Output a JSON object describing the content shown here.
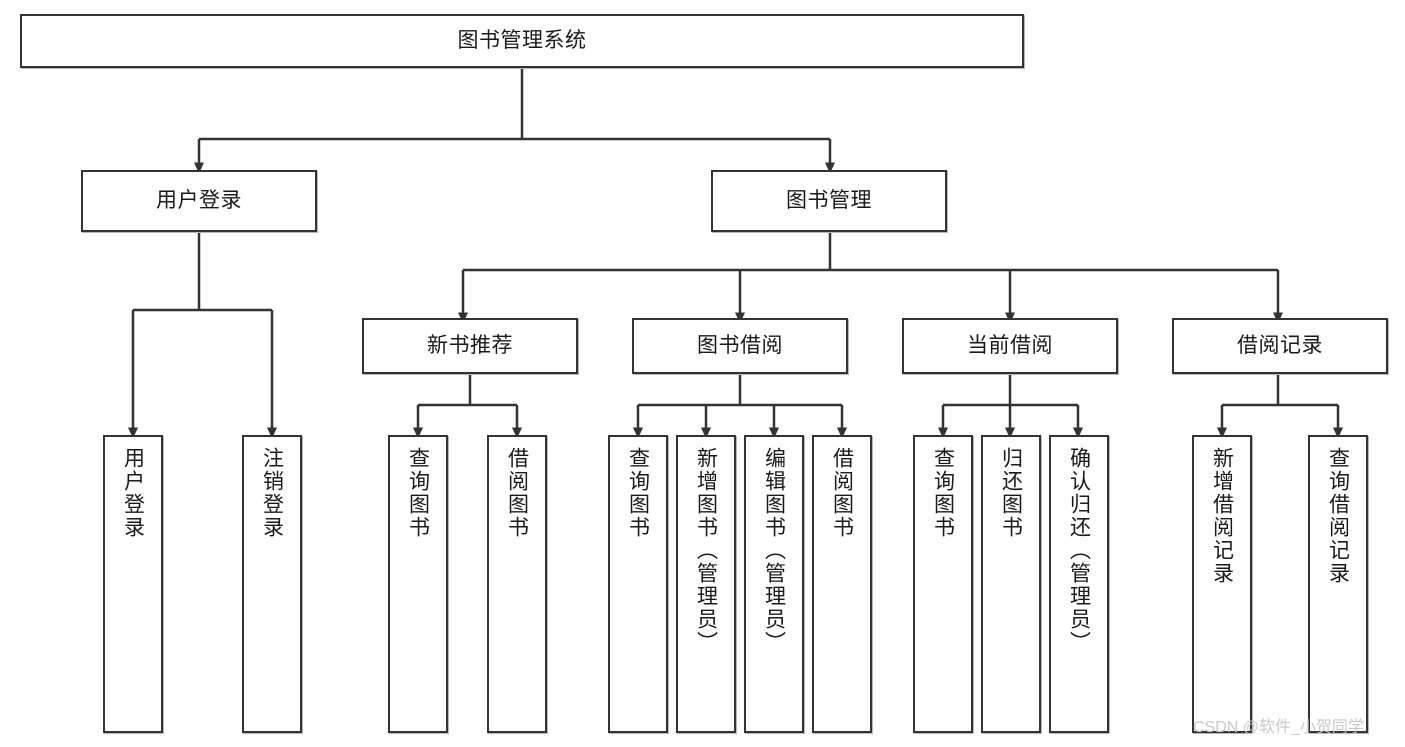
{
  "diagram": {
    "title": "图书管理系统",
    "type": "tree",
    "root": {
      "id": "root",
      "label": "图书管理系统"
    },
    "level1": [
      {
        "id": "user-login",
        "label": "用户登录"
      },
      {
        "id": "book-management",
        "label": "图书管理"
      }
    ],
    "level2": [
      {
        "id": "new-book-recommend",
        "label": "新书推荐",
        "parent": "book-management"
      },
      {
        "id": "book-borrow",
        "label": "图书借阅",
        "parent": "book-management"
      },
      {
        "id": "current-borrow",
        "label": "当前借阅",
        "parent": "book-management"
      },
      {
        "id": "borrow-record",
        "label": "借阅记录",
        "parent": "book-management"
      }
    ],
    "leaves": {
      "user-login": [
        {
          "id": "leaf-user-login",
          "label": "用户登录"
        },
        {
          "id": "leaf-user-logout",
          "label": "注销登录"
        }
      ],
      "new-book-recommend": [
        {
          "id": "leaf-query-book-1",
          "label": "查询图书"
        },
        {
          "id": "leaf-borrow-book-1",
          "label": "借阅图书"
        }
      ],
      "book-borrow": [
        {
          "id": "leaf-query-book-2",
          "label": "查询图书"
        },
        {
          "id": "leaf-add-book",
          "label": "新增图书（管理员）"
        },
        {
          "id": "leaf-edit-book",
          "label": "编辑图书（管理员）"
        },
        {
          "id": "leaf-borrow-book-2",
          "label": "借阅图书"
        }
      ],
      "current-borrow": [
        {
          "id": "leaf-query-book-3",
          "label": "查询图书"
        },
        {
          "id": "leaf-return-book",
          "label": "归还图书"
        },
        {
          "id": "leaf-confirm-return",
          "label": "确认归还（管理员）"
        }
      ],
      "borrow-record": [
        {
          "id": "leaf-add-record",
          "label": "新增借阅记录"
        },
        {
          "id": "leaf-query-record",
          "label": "查询借阅记录"
        }
      ]
    }
  },
  "watermark": {
    "text": "CSDN @软件_小贺同学"
  },
  "colors": {
    "border": "#333333",
    "background": "#ffffff",
    "text": "#1a1a1a",
    "watermark": "#c9c9c9"
  }
}
